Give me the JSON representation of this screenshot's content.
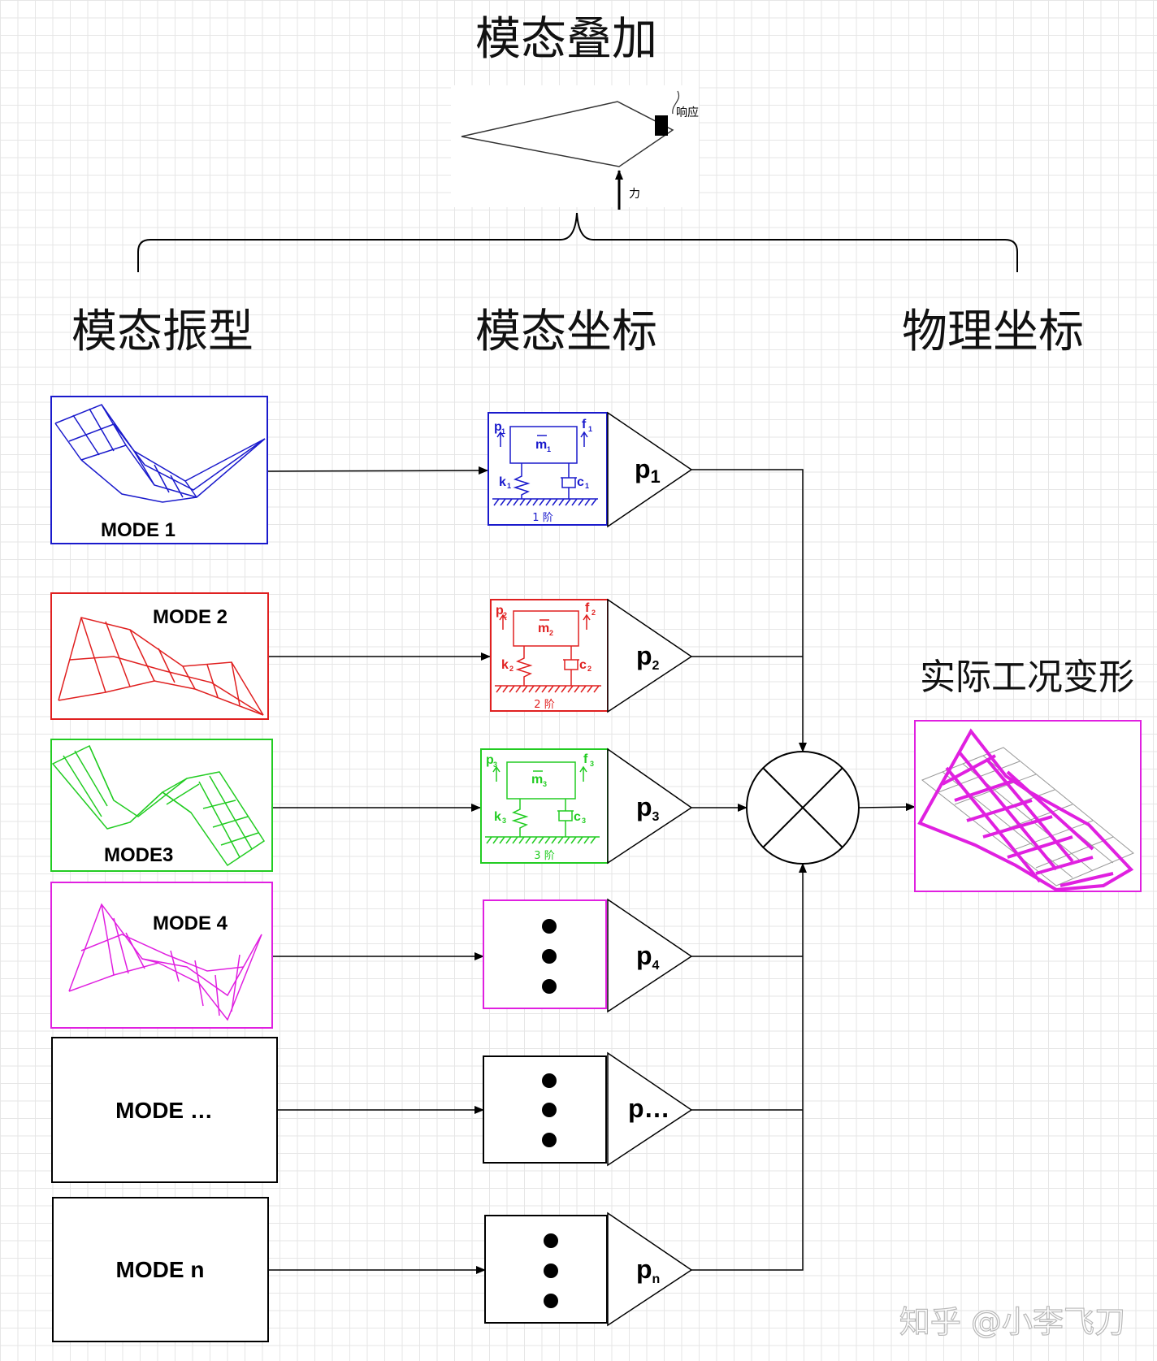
{
  "title": "模态叠加",
  "plate": {
    "response_label": "响应",
    "force_label": "力"
  },
  "headers": {
    "mode_shape": "模态振型",
    "modal_coord": "模态坐标",
    "physical_coord": "物理坐标"
  },
  "result_label": "实际工况变形",
  "watermark": "知乎 @小李飞刀",
  "colors": {
    "mode1": "#1a1acc",
    "mode2": "#e02020",
    "mode3": "#22cc22",
    "mode4": "#e020e0",
    "line": "#000000"
  },
  "modes": [
    {
      "label": "MODE 1",
      "gain": "p",
      "sub": "1",
      "sdof": {
        "p": "p",
        "p_sub": "1",
        "f": "f",
        "f_sub": "1",
        "m": "m",
        "m_sub": "1",
        "k": "k",
        "k_sub": "1",
        "c": "c",
        "c_sub": "1",
        "order": "1 阶"
      }
    },
    {
      "label": "MODE 2",
      "gain": "p",
      "sub": "2",
      "sdof": {
        "p": "p",
        "p_sub": "2",
        "f": "f",
        "f_sub": "2",
        "m": "m",
        "m_sub": "2",
        "k": "k",
        "k_sub": "2",
        "c": "c",
        "c_sub": "2",
        "order": "2 阶"
      }
    },
    {
      "label": "MODE3",
      "gain": "p",
      "sub": "3",
      "sdof": {
        "p": "p",
        "p_sub": "3",
        "f": "f",
        "f_sub": "3",
        "m": "m",
        "m_sub": "3",
        "k": "k",
        "k_sub": "3",
        "c": "c",
        "c_sub": "3",
        "order": "3 阶"
      }
    },
    {
      "label": "MODE 4",
      "gain": "p",
      "sub": "4"
    },
    {
      "label": "MODE …",
      "gain": "p…",
      "sub": ""
    },
    {
      "label": "MODE n",
      "gain": "p",
      "sub": "n"
    }
  ]
}
